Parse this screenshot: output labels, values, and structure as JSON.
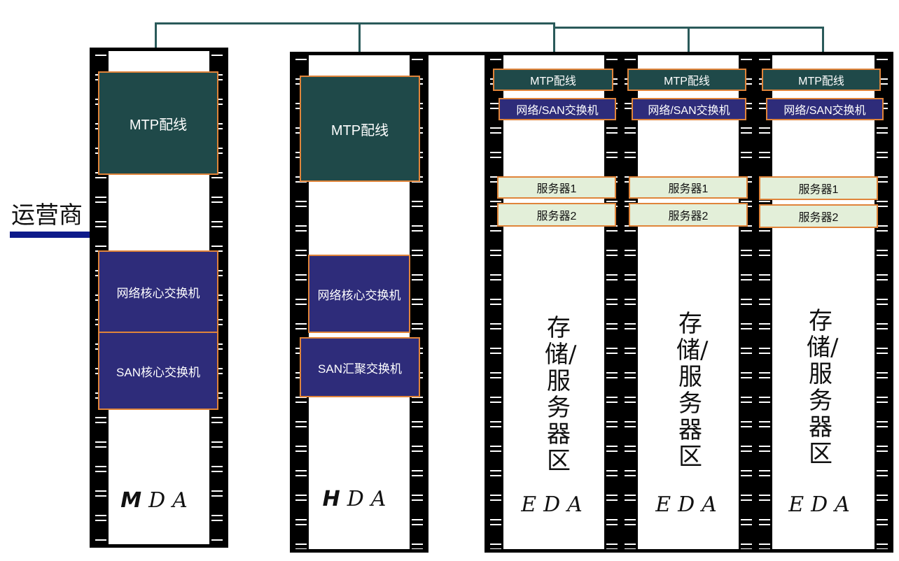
{
  "carrier": "运营商",
  "mda": {
    "label_bold": "M",
    "label_rest": "DA",
    "mtp": "MTP配线",
    "core_switch": "网络核心交换机",
    "san_core": "SAN核心交换机"
  },
  "hda": {
    "label_bold": "H",
    "label_rest": "DA",
    "mtp": "MTP配线",
    "core_switch": "网络核心交换机",
    "san_agg": "SAN汇聚交换机"
  },
  "eda": [
    {
      "label": "EDA",
      "mtp": "MTP配线",
      "san": "网络/SAN交换机",
      "server1": "服务器1",
      "server2": "服务器2",
      "zone": "存储/服务器区"
    },
    {
      "label": "EDA",
      "mtp": "MTP配线",
      "san": "网络/SAN交换机",
      "server1": "服务器1",
      "server2": "服务器2",
      "zone": "存储/服务器区"
    },
    {
      "label": "EDA",
      "mtp": "MTP配线",
      "san": "网络/SAN交换机",
      "server1": "服务器1",
      "server2": "服务器2",
      "zone": "存储/服务器区"
    }
  ],
  "colors": {
    "mtp": "#1f4949",
    "switch": "#2e2c7a",
    "server": "#e3efd9",
    "border": "#e0843a",
    "carrier_line": "#0d1a8a"
  }
}
